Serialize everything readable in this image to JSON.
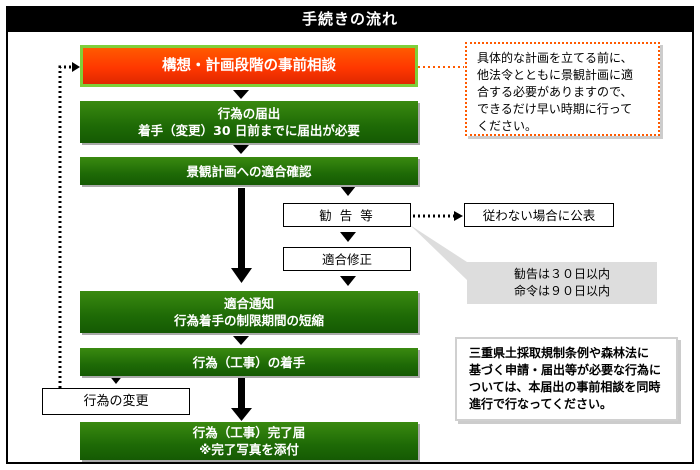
{
  "title": "手続きの流れ",
  "steps": {
    "consult": "構想・計画段階の事前相談",
    "notify_line1": "行為の届出",
    "notify_line2": "着手（変更）30 日前までに届出が必要",
    "confirm": "景観計画への適合確認",
    "advice": "勧 告 等",
    "publish": "従わない場合に公表",
    "fix": "適合修正",
    "conform_line1": "適合通知",
    "conform_line2": "行為着手の制限期間の短縮",
    "start": "行為（工事）の着手",
    "change": "行為の変更",
    "complete_line1": "行為（工事）完了届",
    "complete_line2": "※完了写真を添付"
  },
  "notes": {
    "top": [
      "具体的な計画を立てる前に、",
      "他法令とともに景観計画に適",
      "合する必要がありますので、",
      "できるだけ早い時期に行って",
      "ください。"
    ],
    "gray": [
      "勧告は３０日以内",
      "命令は９０日以内"
    ],
    "bottom": [
      "三重県土採取規制条例や森林法に",
      "基づく申請・届出等が必要な行為に",
      "ついては、本届出の事前相談を同時",
      "進行で行なってください。"
    ]
  },
  "colors": {
    "green": "#1e6a06",
    "orange": "#ff4000",
    "green_border": "#7fcf3a",
    "gray_note": "#dddddd"
  }
}
